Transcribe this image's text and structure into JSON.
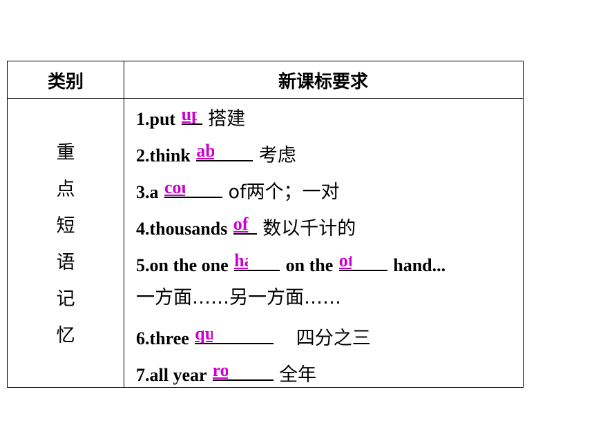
{
  "table": {
    "headers": {
      "category": "类别",
      "requirement": "新课标要求"
    },
    "category_chars": [
      "重",
      "点",
      "短",
      "语",
      "记",
      "忆"
    ],
    "items": [
      {
        "prefix": "1.put",
        "answer": "up",
        "after": "搭建"
      },
      {
        "prefix": "2.think",
        "answer": "about",
        "after": "考虑"
      },
      {
        "prefix": "3.a",
        "answer": "couple",
        "after": "of两个；一对"
      },
      {
        "prefix": "4.thousands",
        "answer": "of",
        "after": "数以千计的"
      },
      {
        "prefix": "5.on the one",
        "answer": "hand",
        "middle": "on the",
        "answer2": "other",
        "after": "hand..."
      },
      {
        "text": "一方面……另一方面……"
      },
      {
        "prefix": "6.three",
        "answer": "quarters",
        "after": "四分之三"
      },
      {
        "prefix": "7.all year",
        "answer": "round",
        "after": "全年"
      }
    ]
  },
  "colors": {
    "answer": "#cc00cc",
    "border": "#000000"
  }
}
